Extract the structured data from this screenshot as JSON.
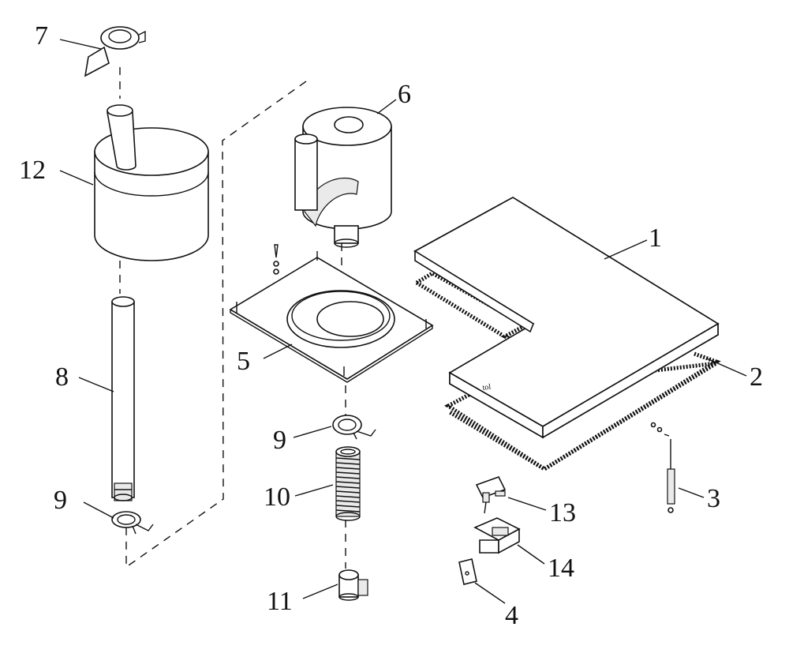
{
  "callouts": [
    "1",
    "2",
    "3",
    "4",
    "5",
    "6",
    "7",
    "8",
    "9",
    "9",
    "10",
    "11",
    "12",
    "13",
    "14"
  ],
  "table_label": "tol"
}
